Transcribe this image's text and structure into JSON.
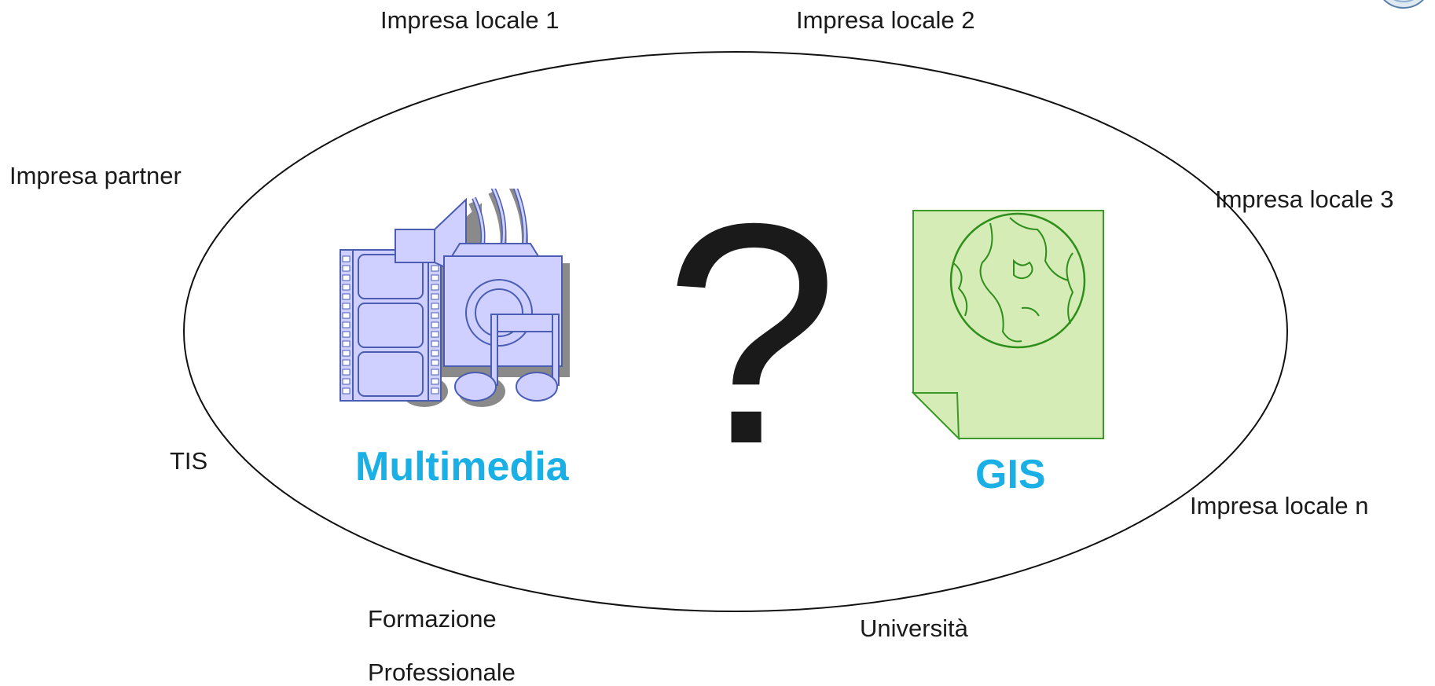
{
  "labels": {
    "local_1": "Impresa locale 1",
    "local_2": "Impresa locale 2",
    "local_3": "Impresa locale 3",
    "local_n": "Impresa locale n",
    "partner": "Impresa partner",
    "tis": "TIS",
    "formazione": "Formazione",
    "professionale": "Professionale",
    "universita": "Università"
  },
  "center": {
    "multimedia": "Multimedia",
    "gis": "GIS",
    "question": "?"
  },
  "colors": {
    "title": "#1ab0e6",
    "icon_fill": "#cfd0ff",
    "icon_stroke": "#4a5db3",
    "shadow": "#8a8a8a",
    "doc_fill": "#d6ecb6",
    "doc_stroke": "#3c9a2a",
    "globe_stroke": "#2f8f1c"
  },
  "icons": {
    "multimedia": "film-speaker-camera-music-icon",
    "gis": "globe-document-icon",
    "corner": "globe-badge-icon"
  }
}
